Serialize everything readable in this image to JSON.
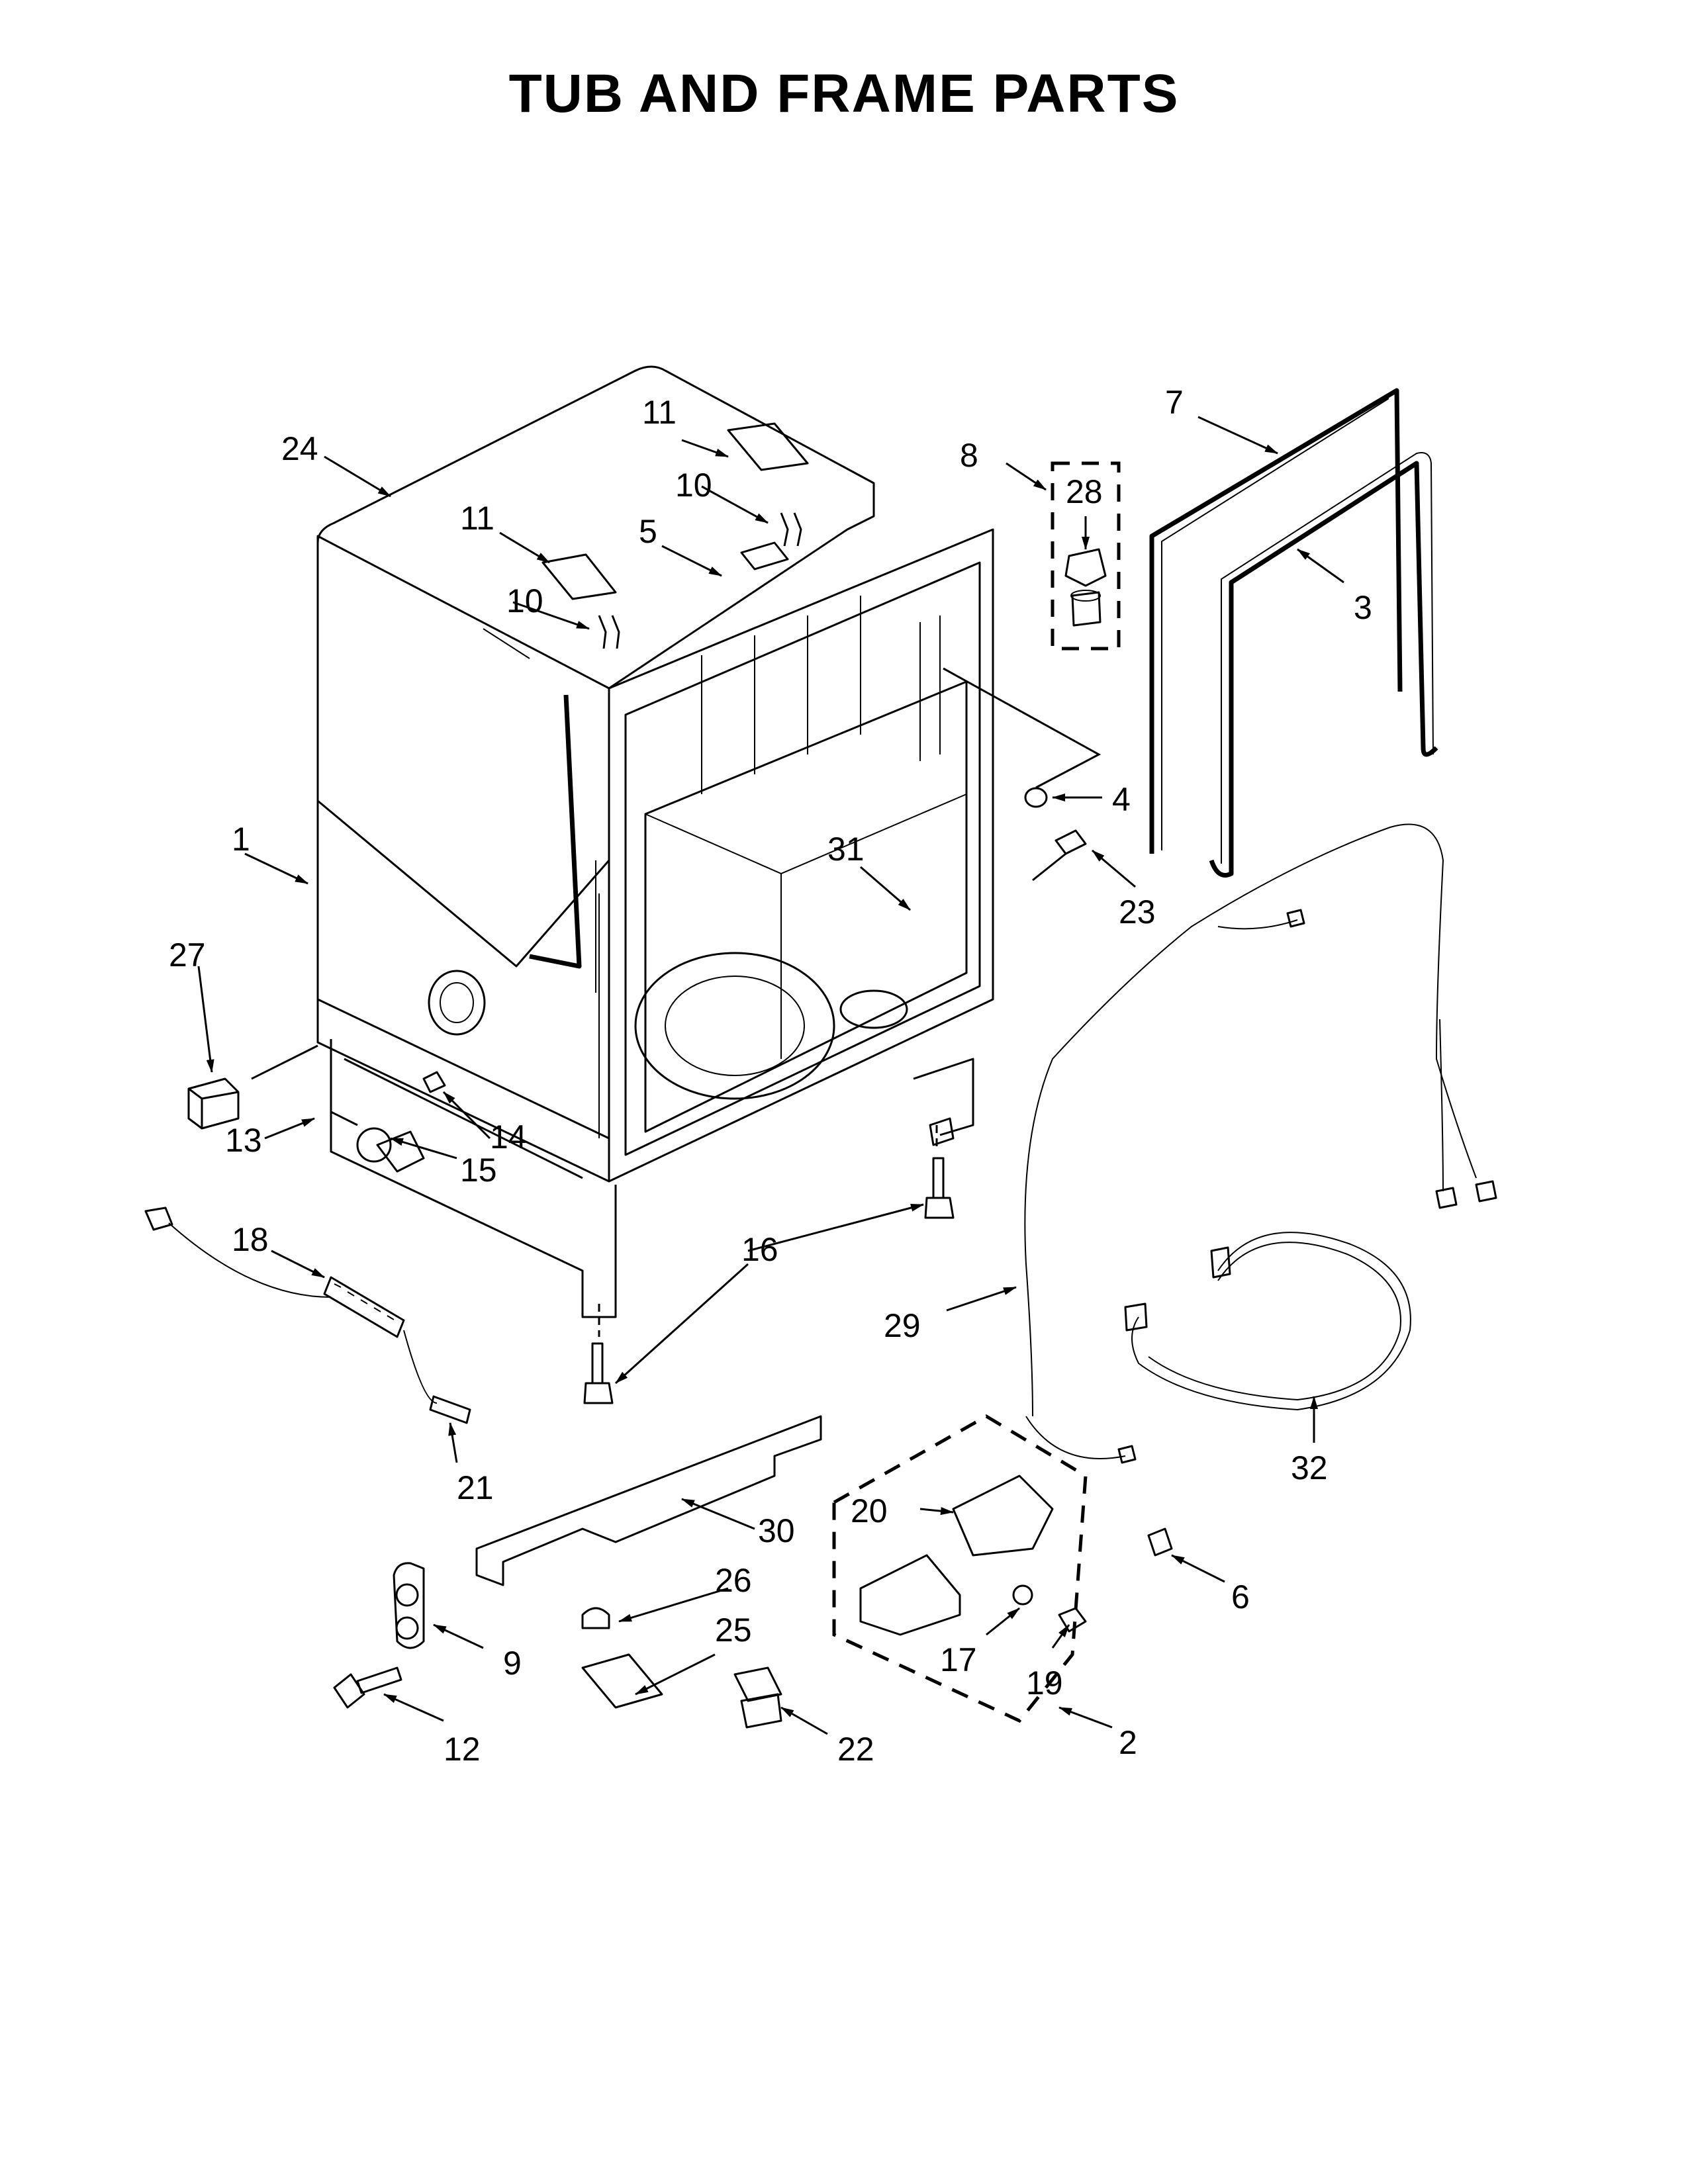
{
  "page": {
    "title": "TUB AND FRAME PARTS"
  },
  "callouts": [
    {
      "id": "c1",
      "label": "1"
    },
    {
      "id": "c2",
      "label": "2"
    },
    {
      "id": "c3",
      "label": "3"
    },
    {
      "id": "c4",
      "label": "4"
    },
    {
      "id": "c5",
      "label": "5"
    },
    {
      "id": "c6",
      "label": "6"
    },
    {
      "id": "c7",
      "label": "7"
    },
    {
      "id": "c8",
      "label": "8"
    },
    {
      "id": "c9",
      "label": "9"
    },
    {
      "id": "c10a",
      "label": "10"
    },
    {
      "id": "c10b",
      "label": "10"
    },
    {
      "id": "c11a",
      "label": "11"
    },
    {
      "id": "c11b",
      "label": "11"
    },
    {
      "id": "c12",
      "label": "12"
    },
    {
      "id": "c13",
      "label": "13"
    },
    {
      "id": "c14",
      "label": "14"
    },
    {
      "id": "c15",
      "label": "15"
    },
    {
      "id": "c16",
      "label": "16"
    },
    {
      "id": "c17",
      "label": "17"
    },
    {
      "id": "c18",
      "label": "18"
    },
    {
      "id": "c19",
      "label": "19"
    },
    {
      "id": "c20",
      "label": "20"
    },
    {
      "id": "c21",
      "label": "21"
    },
    {
      "id": "c22",
      "label": "22"
    },
    {
      "id": "c23",
      "label": "23"
    },
    {
      "id": "c24",
      "label": "24"
    },
    {
      "id": "c25",
      "label": "25"
    },
    {
      "id": "c26",
      "label": "26"
    },
    {
      "id": "c27",
      "label": "27"
    },
    {
      "id": "c28",
      "label": "28"
    },
    {
      "id": "c29",
      "label": "29"
    },
    {
      "id": "c30",
      "label": "30"
    },
    {
      "id": "c31",
      "label": "31"
    },
    {
      "id": "c32",
      "label": "32"
    }
  ]
}
